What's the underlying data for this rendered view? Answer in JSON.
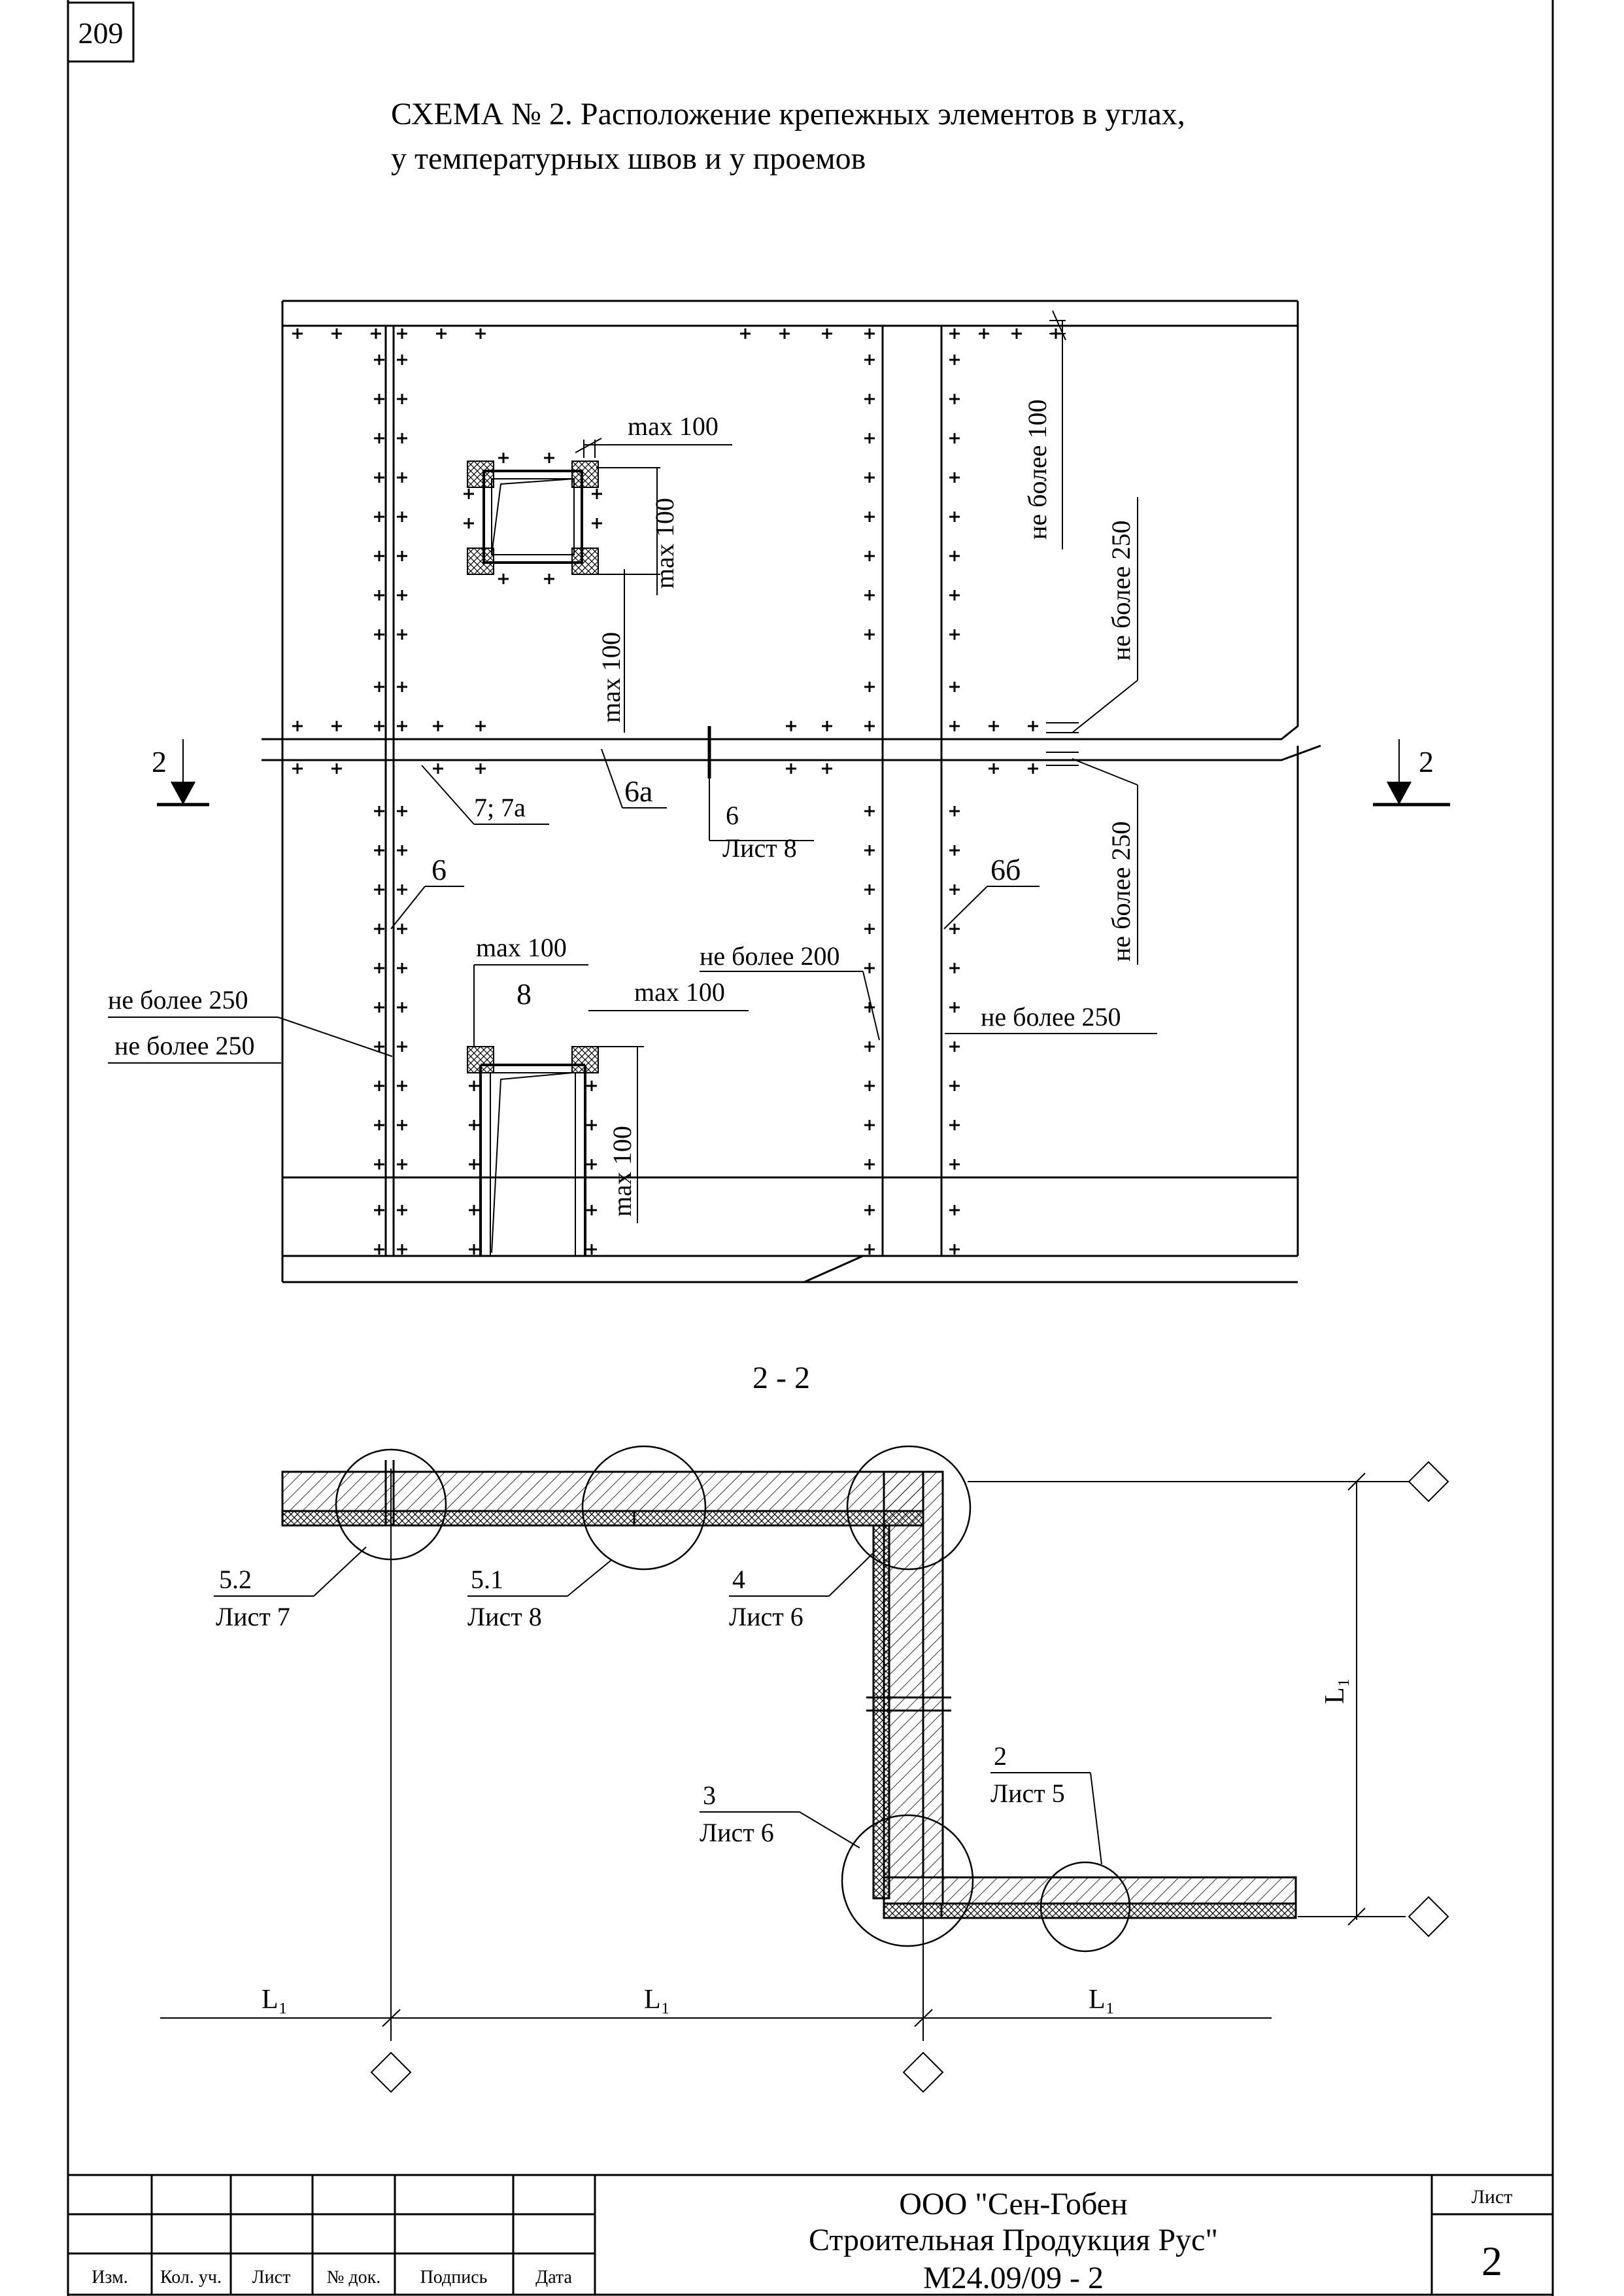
{
  "page_number": "209",
  "title": {
    "line1": "СХЕМА № 2. Расположение крепежных элементов в углах,",
    "line2": "у температурных швов и у проемов"
  },
  "elevation": {
    "labels": {
      "max_100": "max 100",
      "not_more_100": "не более 100",
      "not_more_200": "не более 200",
      "not_more_250": "не более 250",
      "section_mark": "2",
      "callout_6": "6",
      "callout_6a": "6а",
      "callout_6b": "6б",
      "callout_7": "7; 7а",
      "callout_8": "8",
      "sheet_8": "Лист 8"
    }
  },
  "section": {
    "title": "2 - 2",
    "dimension": "L₁",
    "callouts": [
      {
        "num": "5.2",
        "sheet": "Лист 7"
      },
      {
        "num": "5.1",
        "sheet": "Лист 8"
      },
      {
        "num": "4",
        "sheet": "Лист 6"
      },
      {
        "num": "3",
        "sheet": "Лист 6"
      },
      {
        "num": "2",
        "sheet": "Лист 5"
      }
    ]
  },
  "title_block": {
    "headers": [
      "Изм.",
      "Кол. уч.",
      "Лист",
      "№ док.",
      "Подпись",
      "Дата"
    ],
    "org_line1": "ООО \"Сен-Гобен",
    "org_line2": "Строительная Продукция Рус\"",
    "doc_code": "М24.09/09 - 2",
    "sheet_label": "Лист",
    "sheet_number": "2"
  }
}
